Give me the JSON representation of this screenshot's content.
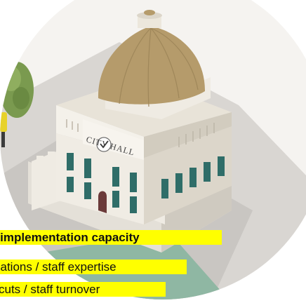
{
  "illustration": {
    "building_sign": "CITY HALL",
    "colors": {
      "dome": "#b59b6b",
      "walls": "#ece7dc",
      "windows": "#2f6d68",
      "tree": "#7a9a4f",
      "figure_accent": "#e7d22a"
    }
  },
  "labels": [
    "y implementation capacity",
    "cations / staff expertise",
    "cuts / staff turnover"
  ]
}
